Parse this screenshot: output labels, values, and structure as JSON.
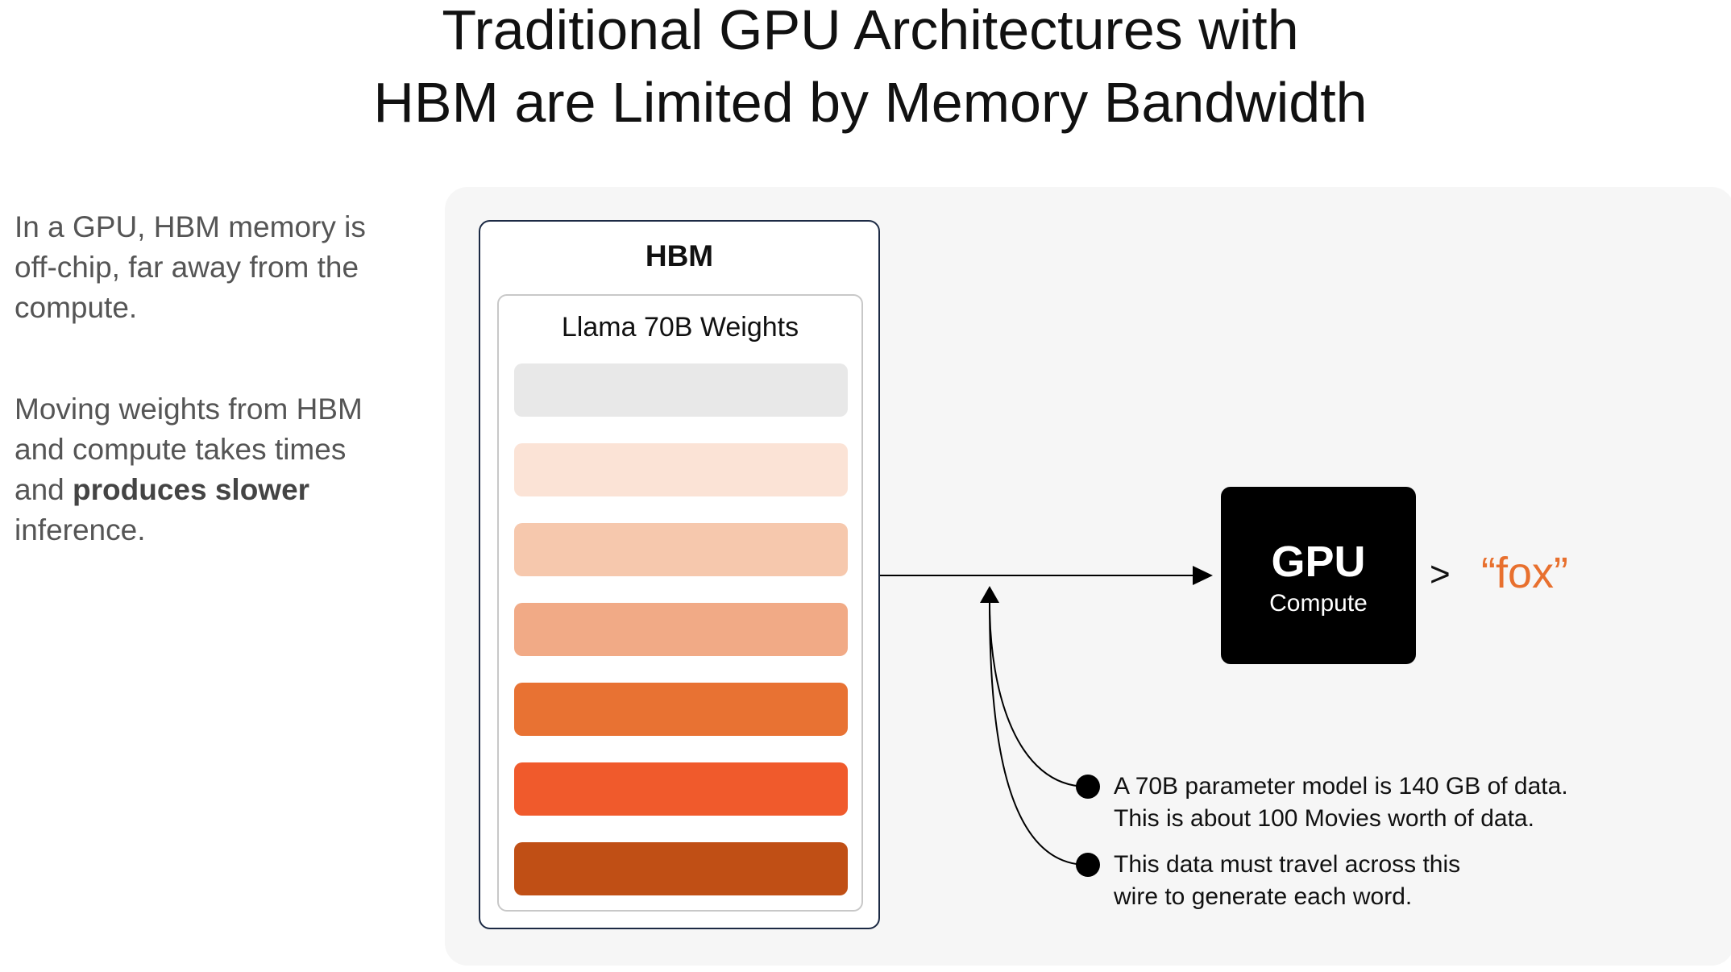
{
  "title": {
    "line1": "Traditional GPU Architectures with",
    "line2": "HBM are Limited by Memory Bandwidth"
  },
  "left": {
    "para1": "In a GPU, HBM memory is off-chip, far away from the compute.",
    "para2_pre": "Moving weights from HBM and compute takes times and ",
    "para2_bold": "produces slower",
    "para2_post": " inference."
  },
  "hbm": {
    "label": "HBM",
    "weights_label": "Llama 70B Weights",
    "bars": [
      {
        "color": "#e8e8e8"
      },
      {
        "color": "#fbe3d6"
      },
      {
        "color": "#f6c8ad"
      },
      {
        "color": "#f1aa86"
      },
      {
        "color": "#e87233"
      },
      {
        "color": "#f05a2c"
      },
      {
        "color": "#c04f15"
      }
    ]
  },
  "gpu": {
    "title": "GPU",
    "subtitle": "Compute",
    "arrow": ">",
    "output": "“fox”",
    "output_color": "#e8702e"
  },
  "notes": [
    {
      "line1": "A 70B parameter model is 140 GB of data.",
      "line2": "This is about 100 Movies worth of data."
    },
    {
      "line1": "This data must travel across this",
      "line2": "wire to generate each word."
    }
  ]
}
